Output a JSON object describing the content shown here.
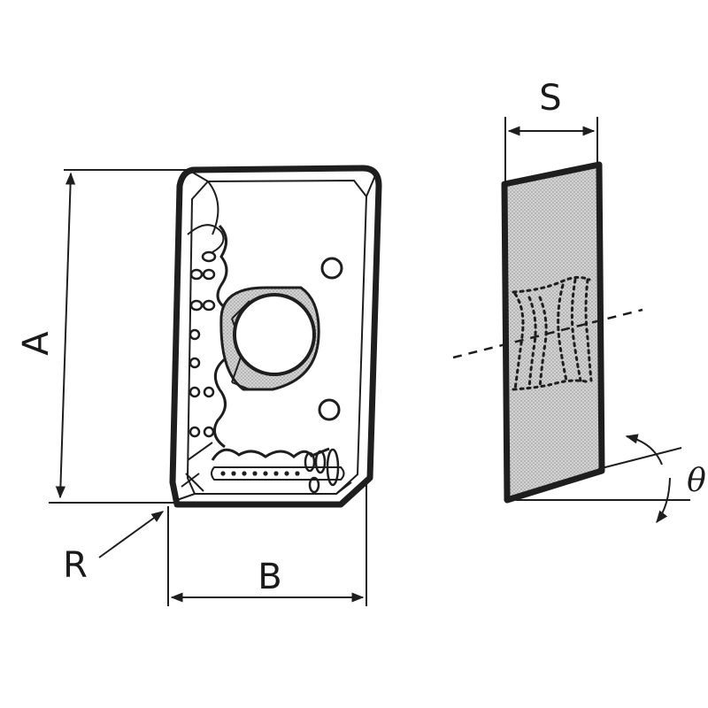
{
  "dimensions": {
    "height_label": "A",
    "width_label": "B",
    "thickness_label": "S",
    "corner_radius_label": "R",
    "angle_label": "θ"
  },
  "colors": {
    "line": "#1e1e1e",
    "fill_gray": "#c9c9c9",
    "background": "#ffffff"
  }
}
